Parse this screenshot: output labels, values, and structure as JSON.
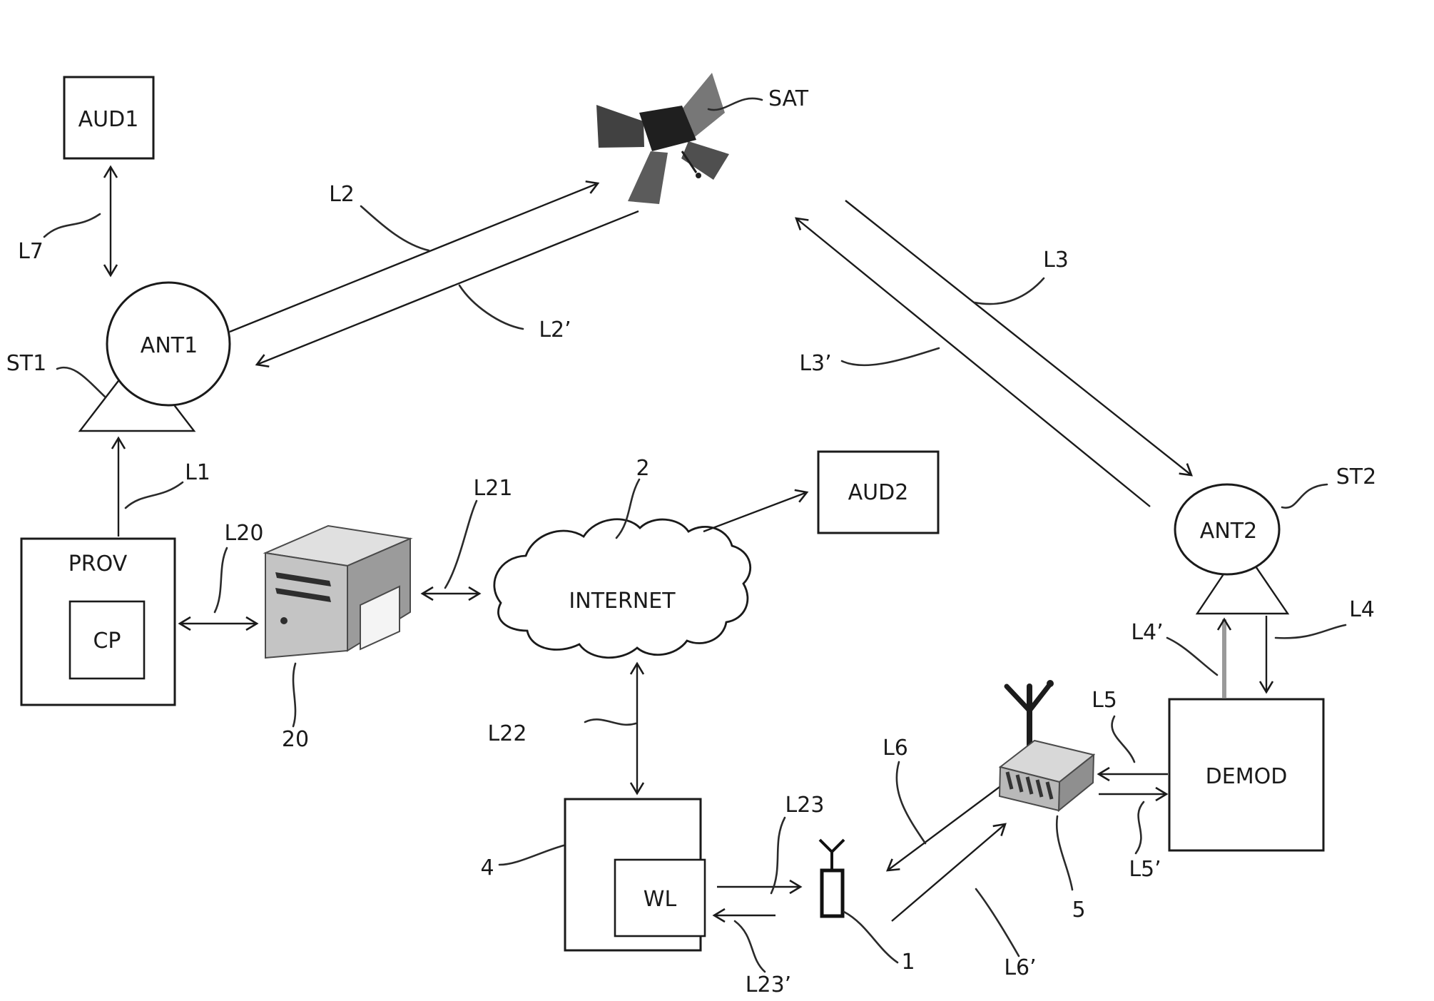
{
  "figure": "satellite-audio-distribution-network-diagram",
  "colors": {
    "background": "#ffffff",
    "line": "#1a1a1a",
    "icon_dark": "#2e2e2e",
    "icon_mid": "#9b9b9b",
    "icon_light": "#e0e0e0"
  },
  "nodes": {
    "aud1": "AUD1",
    "ant1": "ANT1",
    "prov": "PROV",
    "cp": "CP",
    "internet": "INTERNET",
    "aud2": "AUD2",
    "wl": "WL",
    "ant2": "ANT2",
    "demod": "DEMOD"
  },
  "labels": {
    "sat": "SAT",
    "st1": "ST1",
    "st2": "ST2",
    "l1": "L1",
    "l2": "L2",
    "l2p": "L2’",
    "l3": "L3",
    "l3p": "L3’",
    "l4": "L4",
    "l4p": "L4’",
    "l5": "L5",
    "l5p": "L5’",
    "l6": "L6",
    "l6p": "L6’",
    "l7": "L7",
    "l20": "L20",
    "l21": "L21",
    "l22": "L22",
    "l23": "L23",
    "l23p": "L23’",
    "n1": "1",
    "n2": "2",
    "n4": "4",
    "n5": "5",
    "n20": "20"
  }
}
